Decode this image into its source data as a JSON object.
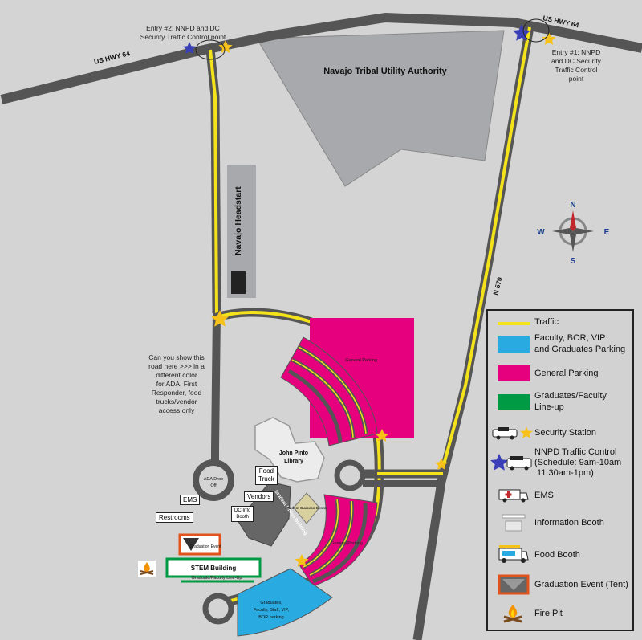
{
  "labels": {
    "us_hwy_64_left": "US HWY 64",
    "us_hwy_64_right": "US HWY 64",
    "utility": "Navajo Tribal Utility Authority",
    "headstart": "Navajo Headstart",
    "n570": "N 570",
    "library_line1": "John Pinto",
    "library_line2": "Library",
    "student_success": "Student Success Center",
    "student_union": "Student Union Building",
    "dc_info_booth_line1": "DC Info",
    "dc_info_booth_line2": "Booth",
    "general_parking_top": "General Parking",
    "general_parking_bottom": "General Parking",
    "grad_parking_line1": "Graduates,",
    "grad_parking_line2": "Faculty, Staff, VIP,",
    "grad_parking_line3": "BOR parking",
    "stem_building": "STEM Building",
    "grad_lineup": "Graduate/Faculty Line-Up",
    "graduation_event": "Graduation Event",
    "ems": "EMS",
    "restrooms": "Restrooms",
    "vendors": "Vendors",
    "food_truck_line1": "Food",
    "food_truck_line2": "Truck",
    "ada_drop_line1": "ADA Drop",
    "ada_drop_line2": "Off"
  },
  "notes": {
    "entry2": [
      "Entry #2: NNPD and DC",
      "Security Traffic Control point"
    ],
    "entry1": [
      "Entry #1: NNPD",
      "and DC Security",
      "Traffic Control",
      "point"
    ],
    "road_request": [
      "Can you show this",
      "road here >>> in a",
      "different color",
      "for ADA, First",
      "Responder, food",
      "trucks/vendor",
      "access only"
    ]
  },
  "compass": {
    "n": "N",
    "s": "S",
    "e": "E",
    "w": "W"
  },
  "legend": [
    {
      "key": "traffic",
      "label_lines": [
        "Traffic"
      ]
    },
    {
      "key": "vip_parking",
      "label_lines": [
        "Faculty, BOR, VIP",
        "and Graduates Parking"
      ]
    },
    {
      "key": "general_parking",
      "label_lines": [
        "General Parking"
      ]
    },
    {
      "key": "lineup",
      "label_lines": [
        "Graduates/Faculty",
        "Line-up"
      ]
    },
    {
      "key": "security_station",
      "label_lines": [
        "Security Station"
      ]
    },
    {
      "key": "nnpd",
      "label_lines": [
        "NNPD Traffic Control",
        "(Schedule: 9am-10am",
        " 11:30am-1pm)"
      ]
    },
    {
      "key": "ems",
      "label_lines": [
        "EMS"
      ]
    },
    {
      "key": "info_booth",
      "label_lines": [
        "Information Booth"
      ]
    },
    {
      "key": "food_booth",
      "label_lines": [
        "Food Booth"
      ]
    },
    {
      "key": "grad_event",
      "label_lines": [
        "Graduation Event (Tent)"
      ]
    },
    {
      "key": "fire_pit",
      "label_lines": [
        "Fire Pit"
      ]
    }
  ],
  "colors": {
    "road": "#555555",
    "traffic": "#f4e31b",
    "general_parking": "#e6007e",
    "vip_parking": "#29abe2",
    "lineup": "#009a44",
    "security_star": "#f6c21a",
    "nnpd_star": "#3a3fb8",
    "background": "#d4d4d4",
    "utility_area": "#a7a9ac"
  },
  "icons": {
    "security_station": "police-car-icon",
    "nnpd": "police-suv-icon",
    "ems": "ambulance-icon",
    "info_booth": "info-booth-icon",
    "food_booth": "food-truck-icon",
    "grad_event": "tent-icon",
    "fire_pit": "fire-pit-icon"
  }
}
